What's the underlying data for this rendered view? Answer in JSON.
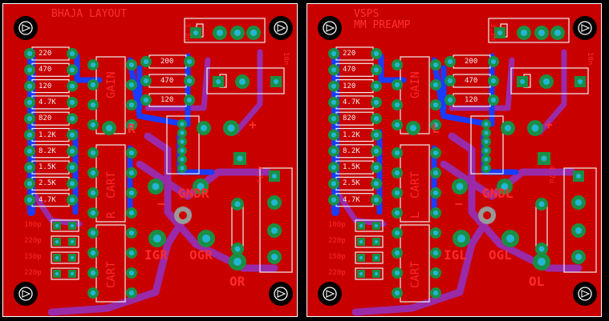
{
  "colors": {
    "board": "#c80000",
    "trace_blue": "#1a3cff",
    "trace_purple": "#9b2aa8",
    "pad_green": "#1a8f44",
    "hole_blue": "#23b5d6",
    "silk": "#f0f0f0",
    "label_red": "#ff2a2a"
  },
  "left_board": {
    "title_lines": [
      "BHAJA LAYOUT"
    ],
    "ic_labels": [
      "GAIN",
      "CART",
      "CART"
    ],
    "ic_side_label": "R",
    "channel_label": "R",
    "ground_label": "GNDR",
    "ig_label": "IGR",
    "og_label": "OGR",
    "out_label": "OR",
    "cap_labels": [
      "3.3n",
      "10n",
      "4.7u"
    ],
    "resistor_values": [
      "220",
      "470",
      "120",
      "4.7K",
      "820",
      "1.2K",
      "8.2K",
      "1.5K",
      "2.5K",
      "4.7K"
    ],
    "mid_resistors": [
      "200",
      "470",
      "120"
    ],
    "small_caps": [
      "100p",
      "220p",
      "150p",
      "220p"
    ],
    "plus_sign": "+",
    "minus_sign": "−"
  },
  "right_board": {
    "title_lines": [
      "VSPS",
      "MM PREAMP"
    ],
    "ic_labels": [
      "GAIN",
      "CART",
      "CART"
    ],
    "ic_side_label": "L",
    "channel_label": "L",
    "ground_label": "GNDL",
    "ig_label": "IGL",
    "og_label": "OGL",
    "out_label": "OL",
    "cap_labels": [
      "3.3n",
      "10n",
      "4.7u"
    ],
    "resistor_values": [
      "220",
      "470",
      "120",
      "4.7K",
      "820",
      "1.2K",
      "8.2K",
      "1.5K",
      "2.5K",
      "4.7K"
    ],
    "mid_resistors": [
      "200",
      "470",
      "120"
    ],
    "small_caps": [
      "100p",
      "220p",
      "150p",
      "220p"
    ],
    "plus_sign": "+",
    "minus_sign": "−"
  }
}
